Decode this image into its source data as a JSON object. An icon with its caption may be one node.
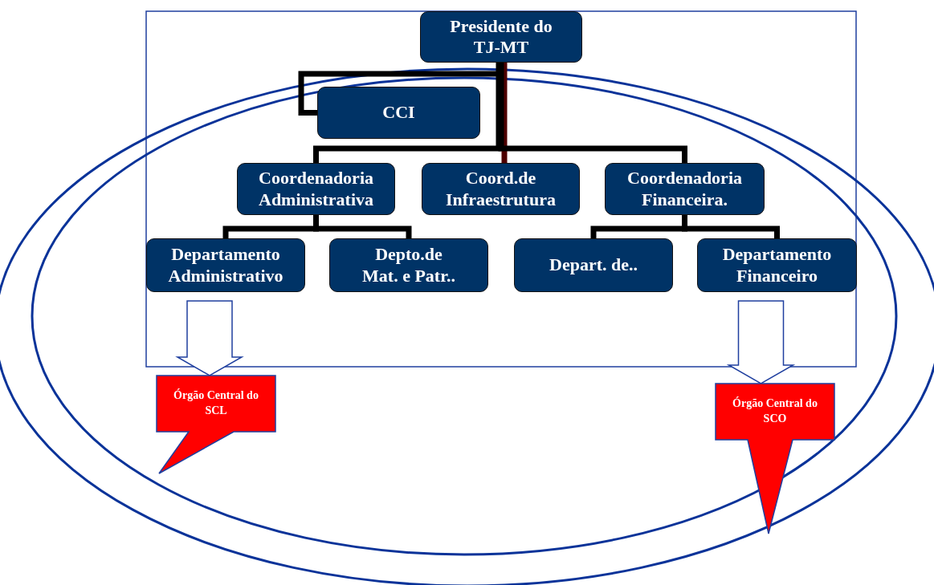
{
  "diagram": {
    "nodes": [
      {
        "text": [
          "Presidente do TJ-MT"
        ]
      },
      {
        "text": [
          "CCI"
        ]
      },
      {
        "text": [
          "Coordenadoria Administrativa"
        ]
      },
      {
        "text": [
          "Coord.de Infraestrutura"
        ]
      },
      {
        "text": [
          "Coordenadoria Financeira."
        ]
      },
      {
        "text": [
          "Departamento Administrativo"
        ]
      },
      {
        "text": [
          "Depto.de Mat. e Patr.."
        ]
      },
      {
        "text": [
          "Depart. de.."
        ]
      },
      {
        "text": [
          "Departamento Financeiro"
        ]
      },
      {
        "text": [
          "Órgão Central do SCL"
        ]
      },
      {
        "text": [
          "Órgão Central do SCO"
        ]
      }
    ],
    "edges": [
      {
        "from": 0,
        "to": 1,
        "arrow": "none"
      },
      {
        "from": 0,
        "to": 2,
        "arrow": "none"
      },
      {
        "from": 0,
        "to": 3,
        "arrow": "none",
        "color": "#4d0000"
      },
      {
        "from": 0,
        "to": 4,
        "arrow": "none"
      },
      {
        "from": 2,
        "to": 5,
        "arrow": "none"
      },
      {
        "from": 2,
        "to": 6,
        "arrow": "none"
      },
      {
        "from": 4,
        "to": 7,
        "arrow": "none"
      },
      {
        "from": 4,
        "to": 8,
        "arrow": "none"
      },
      {
        "from": 5,
        "to": 9,
        "arrow": "to"
      },
      {
        "from": 8,
        "to": 10,
        "arrow": "to"
      }
    ]
  }
}
